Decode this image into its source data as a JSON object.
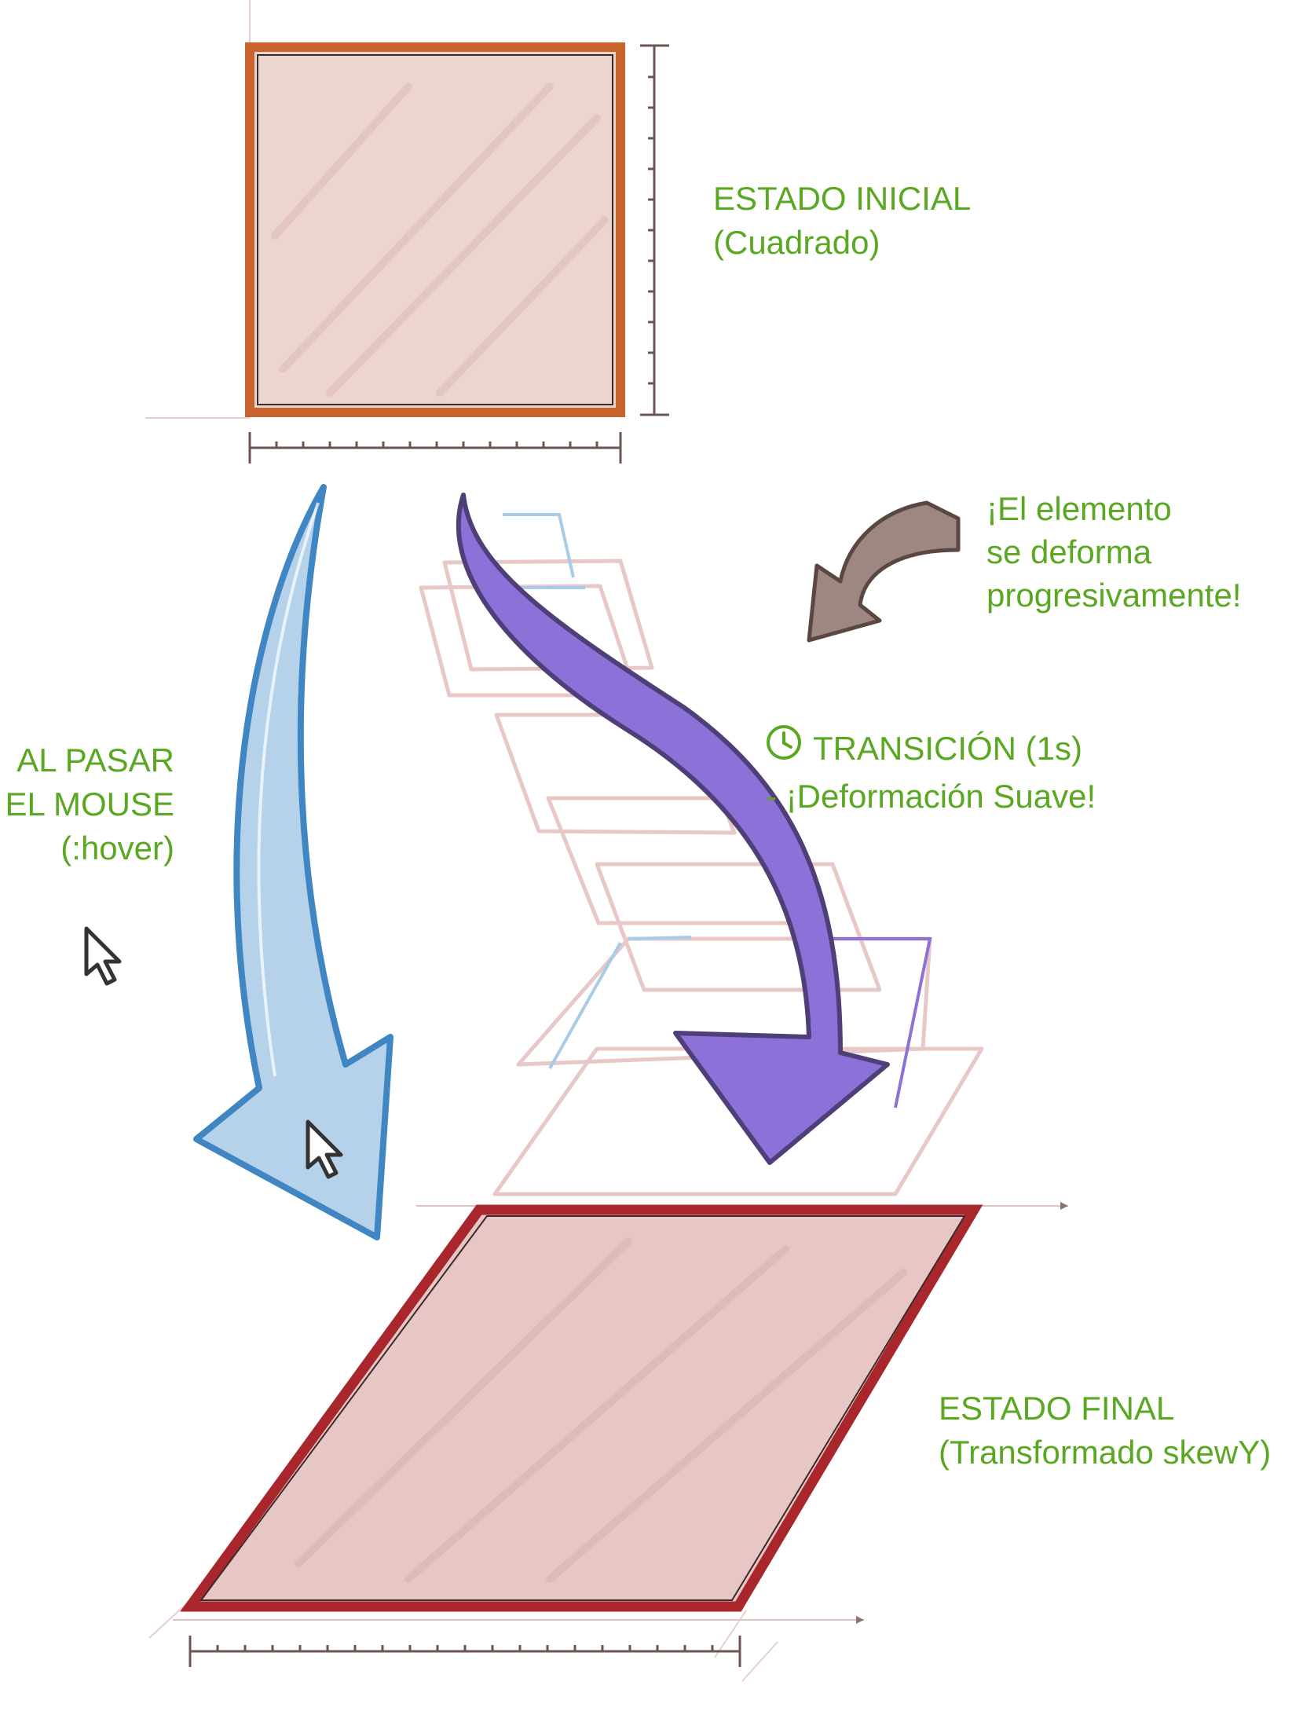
{
  "colors": {
    "label_green": "#5aa822",
    "initial_border": "#c8632e",
    "initial_fill": "#ecd5cc",
    "final_border": "#a8262c",
    "final_fill": "#e6c7c5",
    "blue_arrow": "#b5d2ea",
    "blue_arrow_stroke": "#3f86c2",
    "purple_arrow": "#8b71d8",
    "purple_arrow_stroke": "#4f3f78",
    "brown_arrow": "#9d8780",
    "ghost_frame": "#e8c8c6",
    "ruler": "#6b5552"
  },
  "icons": [
    "cursor-arrow-icon",
    "clock-icon"
  ],
  "labels": {
    "initial_line1": "ESTADO INICIAL",
    "initial_line2": "(Cuadrado)",
    "progressive_line1": "¡El elemento",
    "progressive_line2": "se deforma",
    "progressive_line3": "progresivamente!",
    "hover_line1": "AL PASAR",
    "hover_line2": "EL MOUSE",
    "hover_line3": "(:hover)",
    "transition_line1": "TRANSICIÓN (1s)",
    "transition_line2": "- ¡Deformación Suave!",
    "final_line1": "ESTADO FINAL",
    "final_line2": "(Transformado skewY)"
  }
}
